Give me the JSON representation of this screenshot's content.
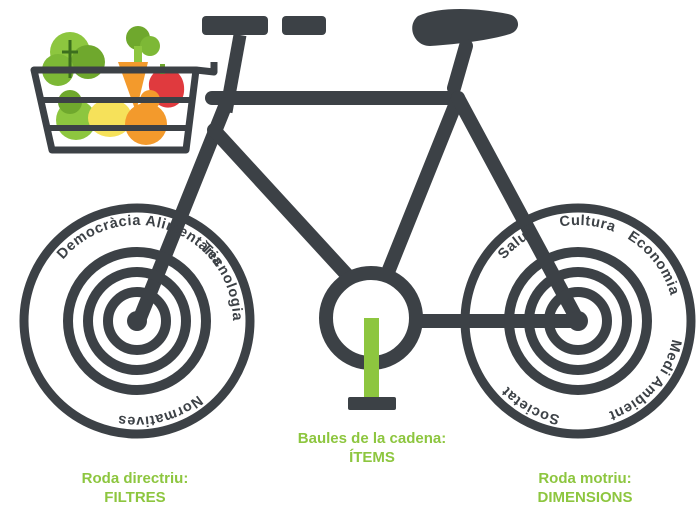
{
  "colors": {
    "frame": "#3c4146",
    "accent": "#8dc63f",
    "background": "#ffffff"
  },
  "front_wheel": {
    "labels": [
      "Democràcia Alimentària",
      "Tecnologia",
      "Normatives"
    ]
  },
  "rear_wheel": {
    "labels": [
      "Salut",
      "Cultura",
      "Economia",
      "Medi Ambient",
      "Societat"
    ]
  },
  "captions": {
    "chain": {
      "line1": "Baules de la cadena:",
      "line2": "ÍTEMS"
    },
    "front": {
      "line1": "Roda directriu:",
      "line2": "FILTRES"
    },
    "rear": {
      "line1": "Roda motriu:",
      "line2": "DIMENSIONS"
    }
  },
  "basket": {
    "contents": [
      "lettuce-icon",
      "carrot-icon",
      "apple-icon",
      "lemon-icon",
      "orange-icon",
      "broccoli-icon",
      "pepper-icon"
    ]
  }
}
